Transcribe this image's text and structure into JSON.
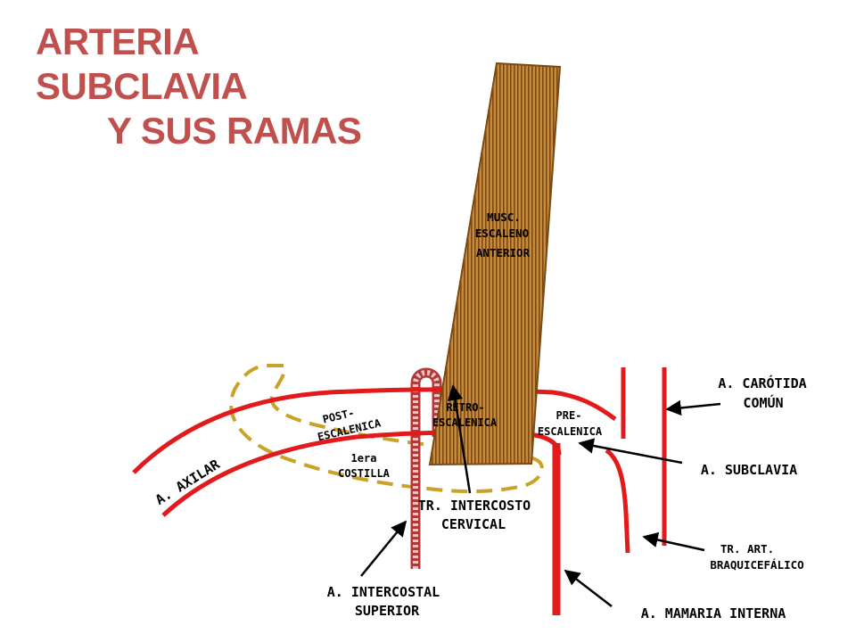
{
  "title": {
    "line1": "ARTERIA SUBCLAVIA",
    "line2": "Y SUS RAMAS"
  },
  "colors": {
    "title": "#c0504d",
    "artery": "#e31a1c",
    "muscle_fill": "#c98a3a",
    "rib_dash": "#c9a227",
    "intercostal_stripe": "#c0504d"
  },
  "labels": {
    "musc_l1": "MUSC.",
    "musc_l2": "ESCALENO",
    "musc_l3": "ANTERIOR",
    "retro_l1": "RETRO-",
    "retro_l2": "ESCALENICA",
    "pre_l1": "PRE-",
    "pre_l2": "ESCALENICA",
    "post_l1": "POST-",
    "post_l2": "ESCALENICA",
    "costilla_l1": "1era",
    "costilla_l2": "COSTILLA",
    "axilar": "A. AXILAR",
    "carotida_l1": "A. CARÓTIDA",
    "carotida_l2": "COMÚN",
    "subclavia": "A. SUBCLAVIA",
    "tr_intercosto_l1": "TR. INTERCOSTO",
    "tr_intercosto_l2": "CERVICAL",
    "braquio_l1": "TR. ART.",
    "braquio_l2": "BRAQUICEFÁLICO",
    "intercostal_l1": "A. INTERCOSTAL",
    "intercostal_l2": "SUPERIOR",
    "mamaria": "A. MAMARIA INTERNA"
  }
}
